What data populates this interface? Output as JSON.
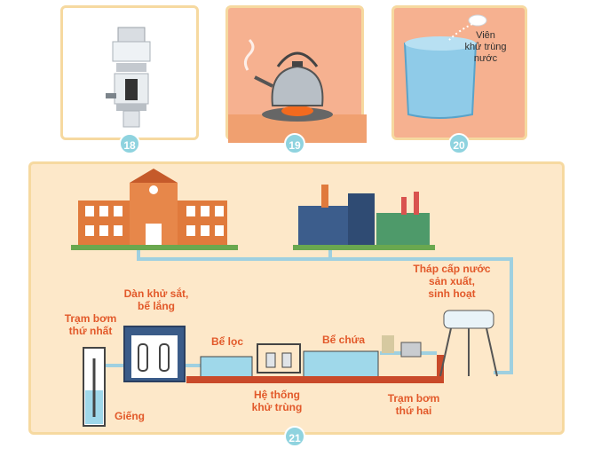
{
  "panels": [
    {
      "number": "18"
    },
    {
      "number": "19"
    },
    {
      "number": "20",
      "label_lines": [
        "Viên",
        "khử trùng",
        "nước"
      ]
    },
    {
      "number": "21"
    }
  ],
  "diagram": {
    "labels": {
      "tower": [
        "Tháp cấp nước",
        "sản xuất,",
        "sinh hoạt"
      ],
      "iron_removal": [
        "Dàn khử sắt,",
        "bể lắng"
      ],
      "pump1": [
        "Trạm bơm",
        "thứ nhất"
      ],
      "filter": "Bể lọc",
      "storage": "Bể chứa",
      "disinfect": [
        "Hệ thống",
        "khử trùng"
      ],
      "pump2": [
        "Trạm bơm",
        "thứ hai"
      ],
      "well": "Giếng"
    }
  }
}
